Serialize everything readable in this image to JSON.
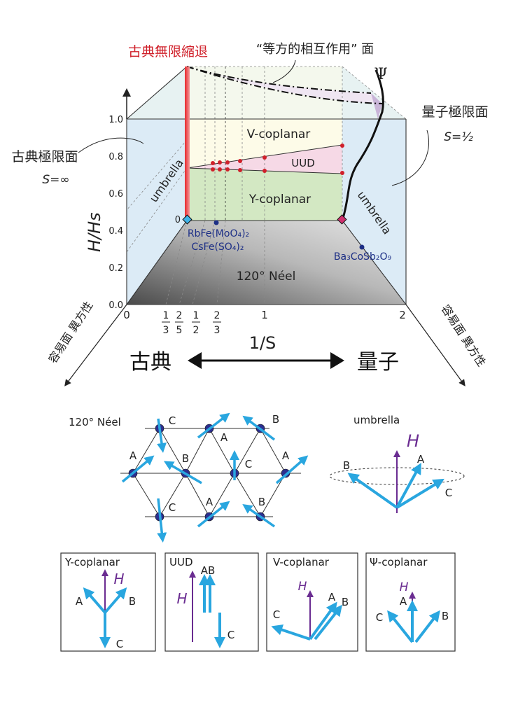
{
  "top_labels": {
    "classical_degeneracy": "古典無限縮退",
    "isotropic_plane": "“等方的相互作用” 面",
    "psi_symbol": "Ψ",
    "quantum_limit": "量子極限面",
    "quantum_s": "S=½",
    "classical_limit": "古典極限面",
    "classical_s": "S=∞"
  },
  "phases": {
    "v_coplanar": "V-coplanar",
    "uud": "UUD",
    "y_coplanar": "Y-coplanar",
    "umbrella_left": "umbrella",
    "umbrella_right": "umbrella",
    "neel": "120° Néel"
  },
  "materials": {
    "rbfe": "RbFe(MoO₄)₂",
    "csfe": "CsFe(SO₄)₂",
    "bacosbo": "Ba₃CoSb₂O₉"
  },
  "y_axis": {
    "label": "H/Hs",
    "ticks": [
      "1.0",
      "0.8",
      "0.6",
      "0.4",
      "0.2",
      "0.0"
    ],
    "front_zero": "0"
  },
  "x_axis": {
    "label": "1/S",
    "ticks": [
      "0",
      "1",
      "2"
    ],
    "fractions": [
      [
        "1",
        "3"
      ],
      [
        "2",
        "5"
      ],
      [
        "1",
        "2"
      ],
      [
        "2",
        "3"
      ]
    ],
    "classical": "古典",
    "quantum": "量子"
  },
  "anisotropy_axis_left": "容易面 異方性",
  "anisotropy_axis_right": "容易面 異方性",
  "neel_panel": {
    "title": "120° Néel",
    "sublattices": [
      "A",
      "B",
      "C"
    ]
  },
  "umbrella_panel": {
    "title": "umbrella",
    "field": "H",
    "labels": [
      "A",
      "B",
      "C"
    ]
  },
  "boxes": [
    {
      "title": "Y-coplanar",
      "field": "H",
      "labels": [
        "A",
        "B",
        "C"
      ]
    },
    {
      "title": "UUD",
      "field": "H",
      "labels": [
        "AB",
        "C"
      ]
    },
    {
      "title": "V-coplanar",
      "field": "H",
      "labels": [
        "A",
        "B",
        "C"
      ]
    },
    {
      "title": "Ψ-coplanar",
      "field": "H",
      "labels": [
        "A",
        "B",
        "C"
      ]
    }
  ],
  "colors": {
    "spin": "#29a6df",
    "field": "#6a2c91",
    "red_line": "#e8262a",
    "material": "#1d2f86"
  }
}
